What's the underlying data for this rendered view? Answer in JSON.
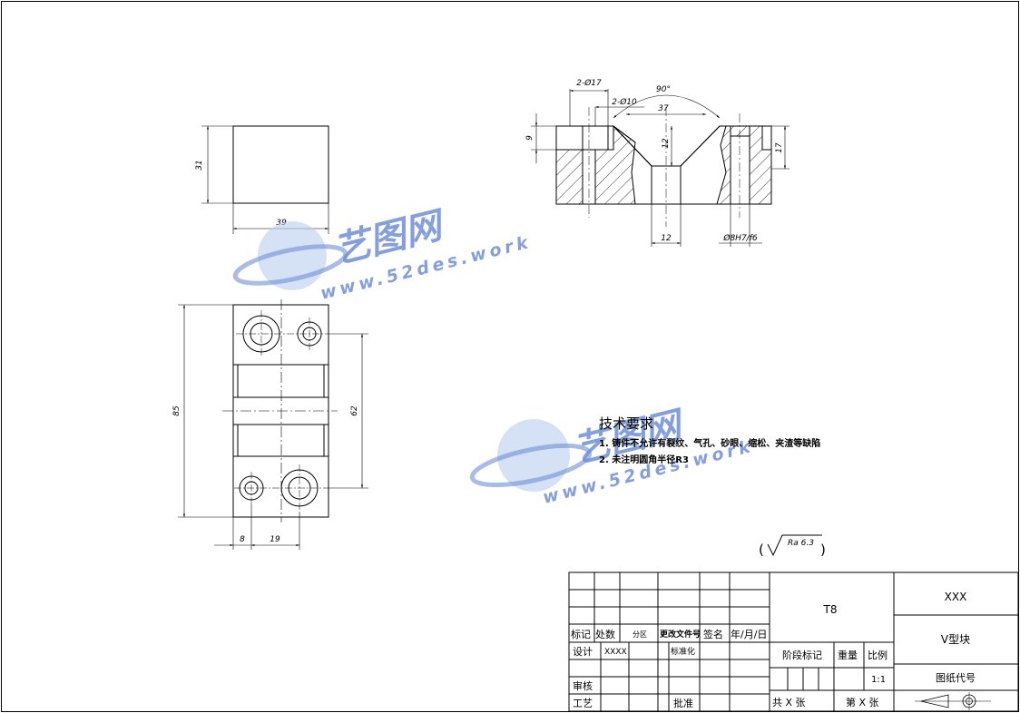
{
  "dimensions": {
    "top_height": "31",
    "top_width": "39",
    "plan_height": "85",
    "plan_hole_pitch": "62",
    "plan_offset_8": "8",
    "plan_offset_19": "19",
    "sec_cbore": "2-Ø17",
    "sec_hole": "2-Ø10",
    "sec_angle": "90°",
    "sec_width37": "37",
    "sec_depth9": "9",
    "sec_h12": "12",
    "sec_h17": "17",
    "sec_slot12": "12",
    "sec_pin_fit": "Ø8H7/f6"
  },
  "watermark": {
    "brand": "艺图网",
    "url": "www.52des.work"
  },
  "tech_requirements": {
    "title": "技术要求",
    "item1": "1. 铸件不允许有裂纹、气孔、砂眼、缩松、夹渣等缺陷",
    "item2": "2. 未注明圆角半径R3"
  },
  "roughness": {
    "open": "(",
    "value": "Ra 6.3",
    "close": ")"
  },
  "title_block": {
    "material": "T8",
    "company": "XXX",
    "part_name": "V型块",
    "drawing_no_label": "图纸代号",
    "h_mark": "标记",
    "h_count": "处数",
    "h_zone": "分区",
    "h_doc": "更改文件号",
    "h_sign": "签名",
    "h_date": "年/月/日",
    "design_label": "设计",
    "designer": "XXXX",
    "standard_label": "标准化",
    "check_label": "审核",
    "process_label": "工艺",
    "approve_label": "批准",
    "stage_label": "阶段标记",
    "weight_label": "重量",
    "scale_label": "比例",
    "scale_value": "1:1",
    "total_sheets": "共  X  张",
    "sheet_no": "第  X  张"
  }
}
